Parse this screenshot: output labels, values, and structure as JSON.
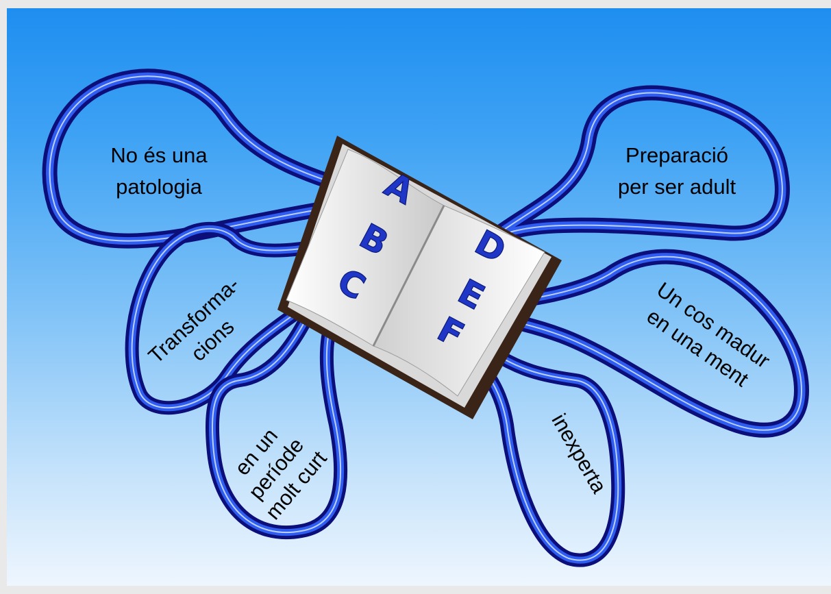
{
  "book": {
    "letters": [
      "A",
      "B",
      "C",
      "D",
      "E",
      "F"
    ]
  },
  "bubbles": {
    "top_left": [
      "No és una",
      "patologia"
    ],
    "mid_left": [
      "Transforma-",
      "cions"
    ],
    "bottom_left": [
      "en un",
      "període",
      "molt curt"
    ],
    "top_right": [
      "Preparació",
      "per ser adult"
    ],
    "mid_right": [
      "Un cos madur",
      "en una ment"
    ],
    "bottom_right": [
      "inexperta"
    ]
  },
  "colors": {
    "background_top": "#1e8ef0",
    "background_bottom": "#eef6fe",
    "bubble_outline": "#1a1fb8",
    "letters": "#1f36c6",
    "book_cover": "#3a2418"
  }
}
